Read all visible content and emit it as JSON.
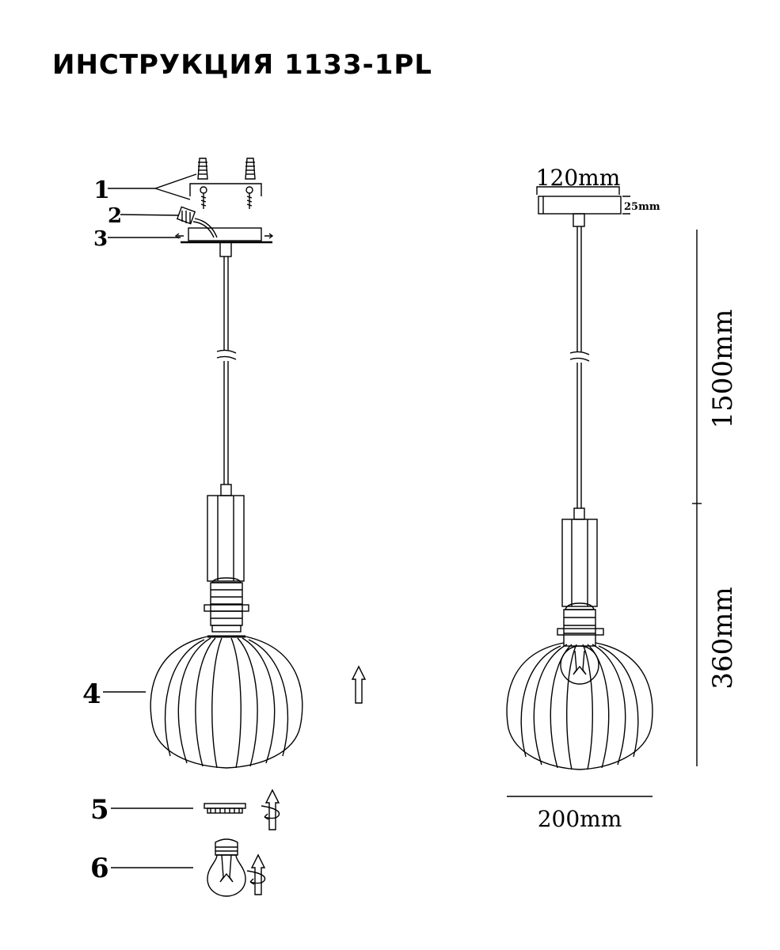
{
  "title": "ИНСТРУКЦИЯ 1133-1PL",
  "callouts": [
    "1",
    "2",
    "3",
    "4",
    "5",
    "6"
  ],
  "dimensions": {
    "canopy_width": "120mm",
    "canopy_height": "25mm",
    "cable_length": "1500mm",
    "lamp_height": "360mm",
    "shade_width": "200mm"
  }
}
